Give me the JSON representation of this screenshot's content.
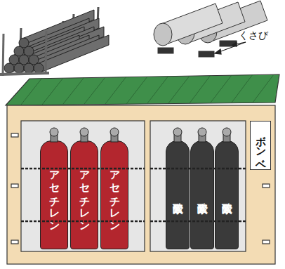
{
  "diagram": {
    "nodes": [
      {
        "text": [
          "アセチレン"
        ]
      },
      {
        "text": [
          "アセチレン"
        ]
      },
      {
        "text": [
          "アセチレン"
        ]
      },
      {
        "text": [
          "酸素"
        ]
      },
      {
        "text": [
          "酸素"
        ]
      },
      {
        "text": [
          "酸素"
        ]
      },
      {
        "text": [
          "ボンベ"
        ]
      }
    ],
    "labels": [
      "くさび"
    ]
  }
}
